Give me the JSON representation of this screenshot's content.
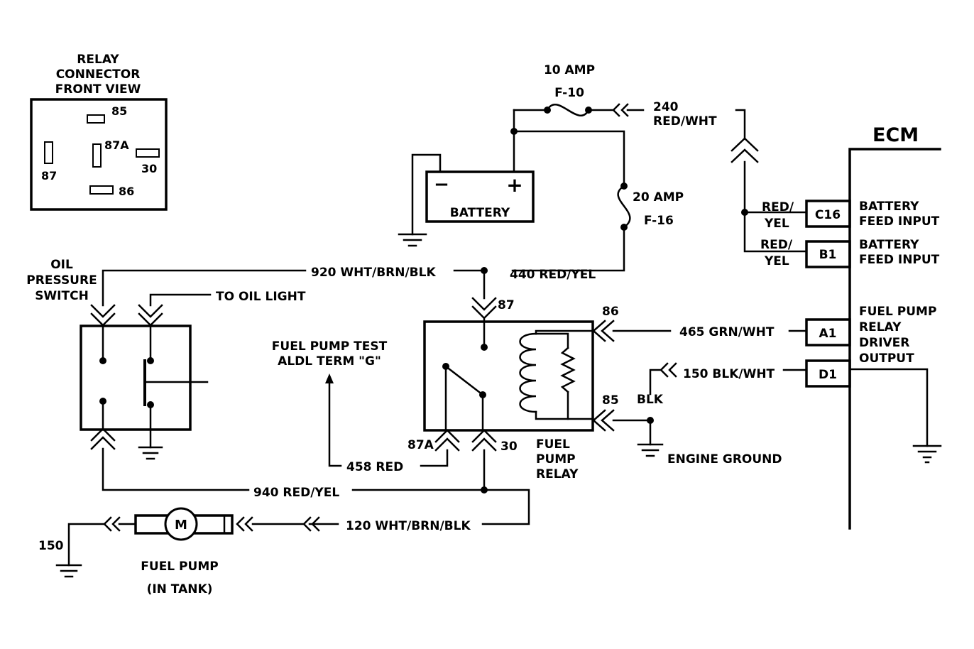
{
  "relay_connector": {
    "title_lines": [
      "RELAY",
      "CONNECTOR",
      "FRONT VIEW"
    ],
    "pins": [
      "85",
      "87A",
      "87",
      "30",
      "86"
    ]
  },
  "battery": {
    "label": "BATTERY",
    "neg": "−",
    "pos": "+"
  },
  "fuses": {
    "f10": {
      "rating": "10 AMP",
      "name": "F-10"
    },
    "f16": {
      "rating": "20 AMP",
      "name": "F-16"
    }
  },
  "ecm": {
    "title": "ECM",
    "terminals": [
      "C16",
      "B1",
      "A1",
      "D1"
    ],
    "c16_desc": [
      "BATTERY",
      "FEED INPUT"
    ],
    "b1_desc": [
      "BATTERY",
      "FEED INPUT"
    ],
    "a1_desc": [
      "FUEL PUMP",
      "RELAY",
      "DRIVER",
      "OUTPUT"
    ]
  },
  "wires": {
    "w240": [
      "240",
      "RED/WHT"
    ],
    "c16_wire": [
      "RED/",
      "YEL"
    ],
    "b1_wire": [
      "RED/",
      "YEL"
    ],
    "w920": "920 WHT/BRN/BLK",
    "w440": "440 RED/YEL",
    "w465": "465 GRN/WHT",
    "w150blk": "150 BLK/WHT",
    "blk": "BLK",
    "w458": "458 RED",
    "w940": "940 RED/YEL",
    "w120": "120 WHT/BRN/BLK",
    "w150": "150"
  },
  "oil_switch": {
    "label_lines": [
      "OIL",
      "PRESSURE",
      "SWITCH"
    ],
    "to_oil_light": "TO OIL LIGHT"
  },
  "test_term": {
    "lines": [
      "FUEL PUMP TEST",
      "ALDL TERM \"G\""
    ]
  },
  "relay": {
    "pins": {
      "p87": "87",
      "p86": "86",
      "p85": "85",
      "p87a": "87A",
      "p30": "30"
    },
    "label_lines": [
      "FUEL",
      "PUMP",
      "RELAY"
    ]
  },
  "engine_ground": "ENGINE GROUND",
  "fuel_pump": {
    "motor": "M",
    "label_lines": [
      "FUEL PUMP",
      "(IN TANK)"
    ]
  }
}
